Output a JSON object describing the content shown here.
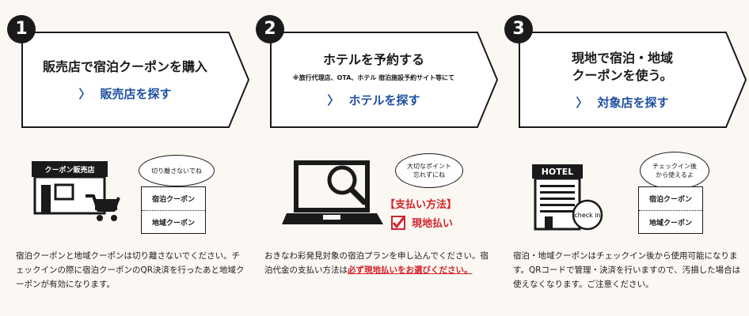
{
  "steps": [
    {
      "number": "1",
      "title": "販売店で宿泊クーポンを購入",
      "link_chevron": "〉",
      "link_label": "販売店を探す",
      "store_sign": "クーポン販売店",
      "bubble": "切り離さないでね",
      "card_top": "宿泊クーポン",
      "card_bottom": "地域クーポン",
      "description": "宿泊クーポンと地域クーポンは切り離さないでください。チェックインの際に宿泊クーポンのQR決済を行ったあと地域クーポンが有効になります。"
    },
    {
      "number": "2",
      "title": "ホテルを予約する",
      "note": "※旅行代理店、OTA、ホテル 宿泊施設予約サイト等にて",
      "link_chevron": "〉",
      "link_label": "ホテルを探す",
      "bubble": "大切なポイント\n忘れずにね",
      "pay_method": "【支払い方法】",
      "pay_option": "現地払い",
      "description_prefix": "おきなわ彩発見対象の宿泊プランを申し込んでください。宿泊代金の支払い方法は",
      "description_highlight": "必ず現地払いをお選びください。"
    },
    {
      "number": "3",
      "title": "現地で宿泊・地域\nクーポンを使う。",
      "link_chevron": "〉",
      "link_label": "対象店を探す",
      "hotel_sign": "HOTEL",
      "checkin_label": "check in",
      "bubble": "チェックイン後\nから使えるよ",
      "card_top": "宿泊クーポン",
      "card_bottom": "地域クーポン",
      "description": "宿泊・地域クーポンはチェックイン後から使用可能になります。QRコードで管理・決済を行いますので、汚損した場合は使えなくなります。ご注意ください。"
    }
  ],
  "colors": {
    "link": "#1e4fa0",
    "accent_red": "#d2232a",
    "ink": "#1a1a1a",
    "background": "#fbf7f2"
  }
}
